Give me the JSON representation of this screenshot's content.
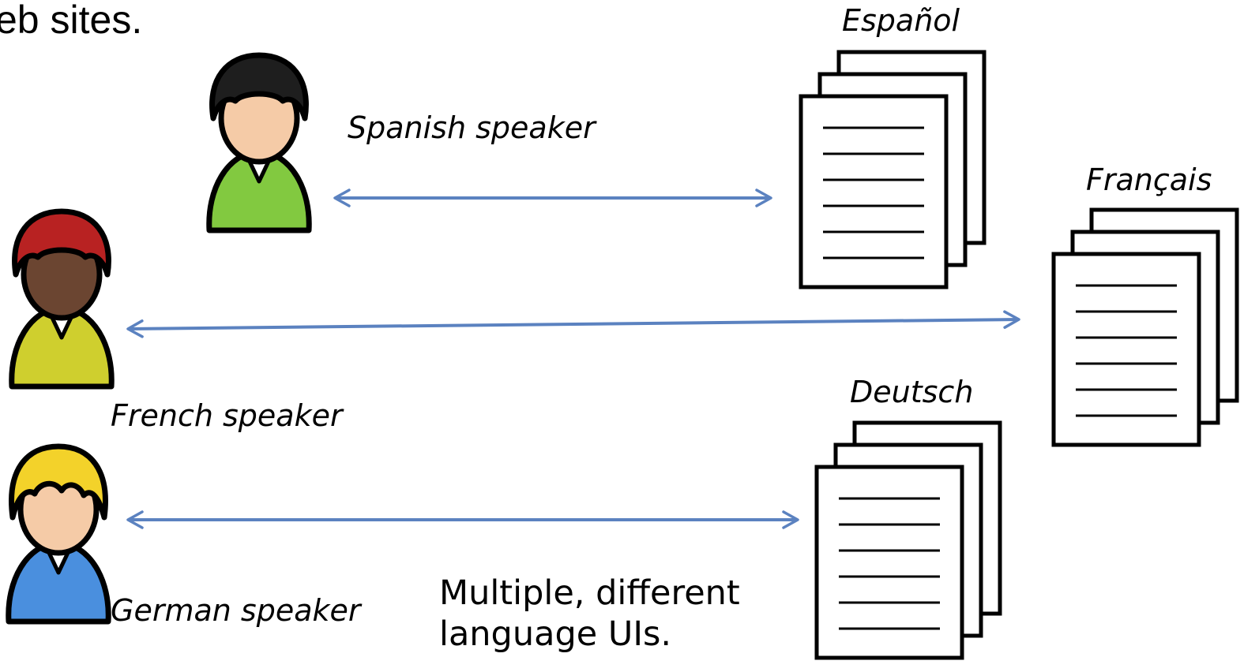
{
  "heading": "eb sites.",
  "people": [
    {
      "label": "Spanish speaker",
      "hair": "#1e1e1e",
      "skin": "#f5cba7",
      "shirt": "#82c940"
    },
    {
      "label": "French speaker",
      "hair": "#b82222",
      "skin": "#6b4531",
      "shirt": "#cfcf2e"
    },
    {
      "label": "German speaker",
      "hair": "#f3d22a",
      "skin": "#f5cba7",
      "shirt": "#4a8fde"
    }
  ],
  "documents": [
    {
      "label": "Español"
    },
    {
      "label": "Français"
    },
    {
      "label": "Deutsch"
    }
  ],
  "caption": {
    "line1": "Multiple, different",
    "line2": "language UIs."
  },
  "colors": {
    "arrow": "#5b82c0",
    "outline": "#000000"
  }
}
